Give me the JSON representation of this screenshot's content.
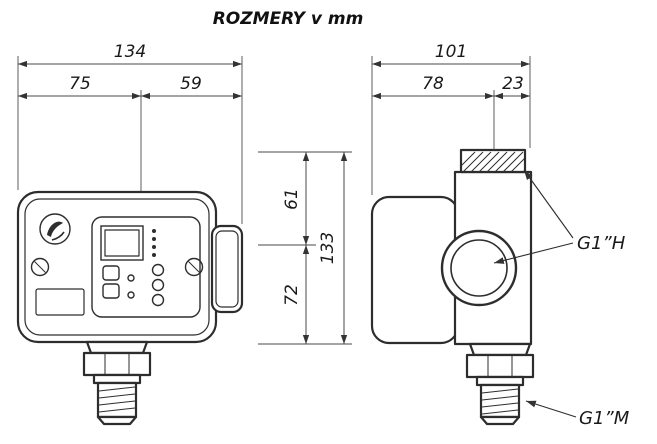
{
  "title": "ROZMERY v mm",
  "front": {
    "total_width": "134",
    "left_width": "75",
    "right_width": "59"
  },
  "side": {
    "total_width": "101",
    "left_width": "78",
    "right_width": "23"
  },
  "height": {
    "upper": "61",
    "lower": "72",
    "total": "133"
  },
  "ports": {
    "female": "G1”H",
    "male": "G1”M"
  },
  "colors": {
    "outline": "#2d2d2d",
    "dimension": "#4a4a4a",
    "text": "#1a1a1a",
    "background": "#ffffff"
  }
}
